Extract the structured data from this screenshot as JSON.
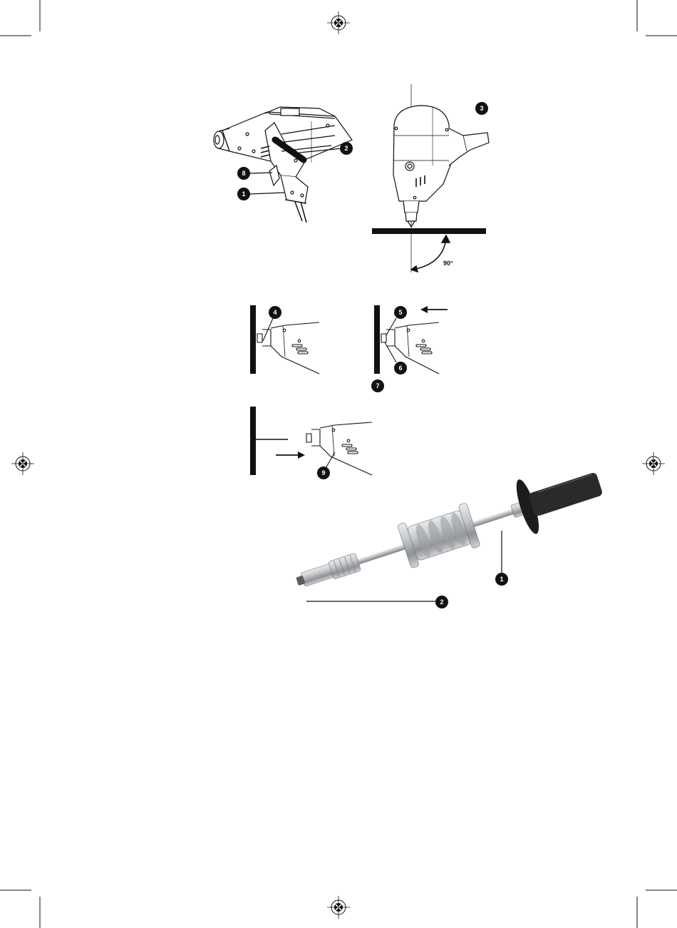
{
  "figure1": {
    "callouts": {
      "c1": "1",
      "c2": "2",
      "c8": "8"
    }
  },
  "figure2": {
    "callouts": {
      "c3": "3"
    },
    "angle_label": "90°"
  },
  "figure3": {
    "callouts": {
      "c4": "4"
    }
  },
  "figure4": {
    "callouts": {
      "c5": "5",
      "c6": "6",
      "c7": "7"
    }
  },
  "figure5": {
    "callouts": {
      "c9": "9"
    }
  },
  "figure6": {
    "callouts": {
      "c1": "1",
      "c2": "2"
    }
  },
  "colors": {
    "ink": "#111111",
    "paper": "#ffffff",
    "metal": "#b9bcc0",
    "handle": "#2a2a2a"
  }
}
